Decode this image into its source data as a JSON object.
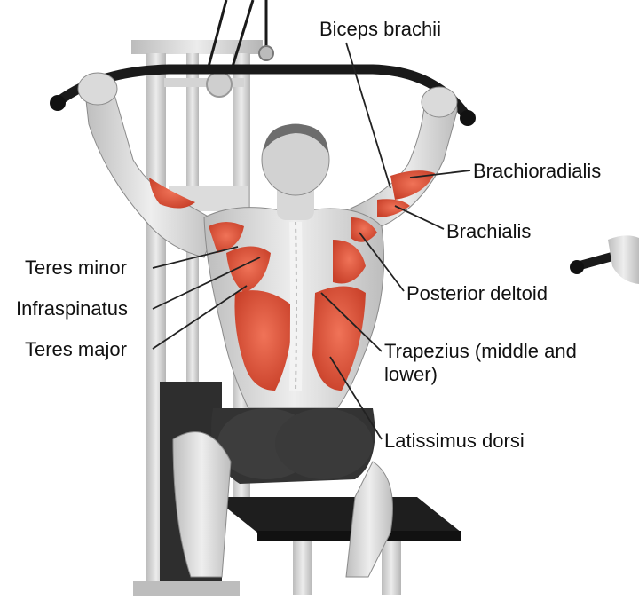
{
  "labels": {
    "biceps": "Biceps brachii",
    "brachioradialis": "Brachioradialis",
    "brachialis": "Brachialis",
    "posterior_deltoid": "Posterior deltoid",
    "trapezius": "Trapezius (middle and lower)",
    "latissimus": "Latissimus dorsi",
    "teres_minor": "Teres minor",
    "infraspinatus": "Infraspinatus",
    "teres_major": "Teres major"
  },
  "colors": {
    "highlight": "#e0553a",
    "skin": "#e2e2e2",
    "shorts": "#3a3a3a",
    "machine": "#cfcfcf",
    "bar": "#1a1a1a",
    "leader": "#222222"
  }
}
